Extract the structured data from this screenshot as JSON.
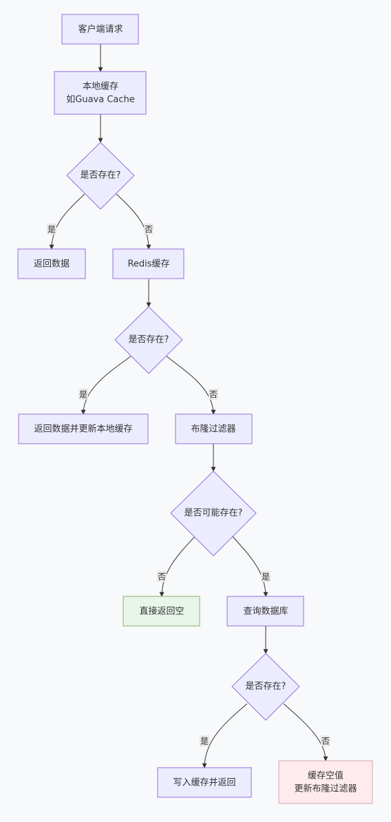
{
  "nodes": {
    "client_request": "客户端请求",
    "local_cache_line1": "本地缓存",
    "local_cache_line2": "如Guava Cache",
    "exists_check_1": "是否存在?",
    "return_data": "返回数据",
    "redis_cache": "Redis缓存",
    "exists_check_2": "是否存在?",
    "return_and_update_local": "返回数据并更新本地缓存",
    "bloom_filter": "布隆过滤器",
    "may_exist_check": "是否可能存在?",
    "return_empty": "直接返回空",
    "query_db": "查询数据库",
    "exists_check_3": "是否存在?",
    "write_cache_return": "写入缓存并返回",
    "cache_null_line1": "缓存空值",
    "cache_null_line2": "更新布隆过滤器"
  },
  "edge_labels": {
    "check1_yes": "是",
    "check1_no": "否",
    "check2_yes": "是",
    "check2_no": "否",
    "may_no": "否",
    "may_yes": "是",
    "check3_yes": "是",
    "check3_no": "否"
  },
  "colors": {
    "node_fill": "#ececff",
    "node_stroke": "#9370db",
    "success_fill": "#e8f5e9",
    "warning_fill": "#ffebee",
    "edge": "#333333"
  }
}
